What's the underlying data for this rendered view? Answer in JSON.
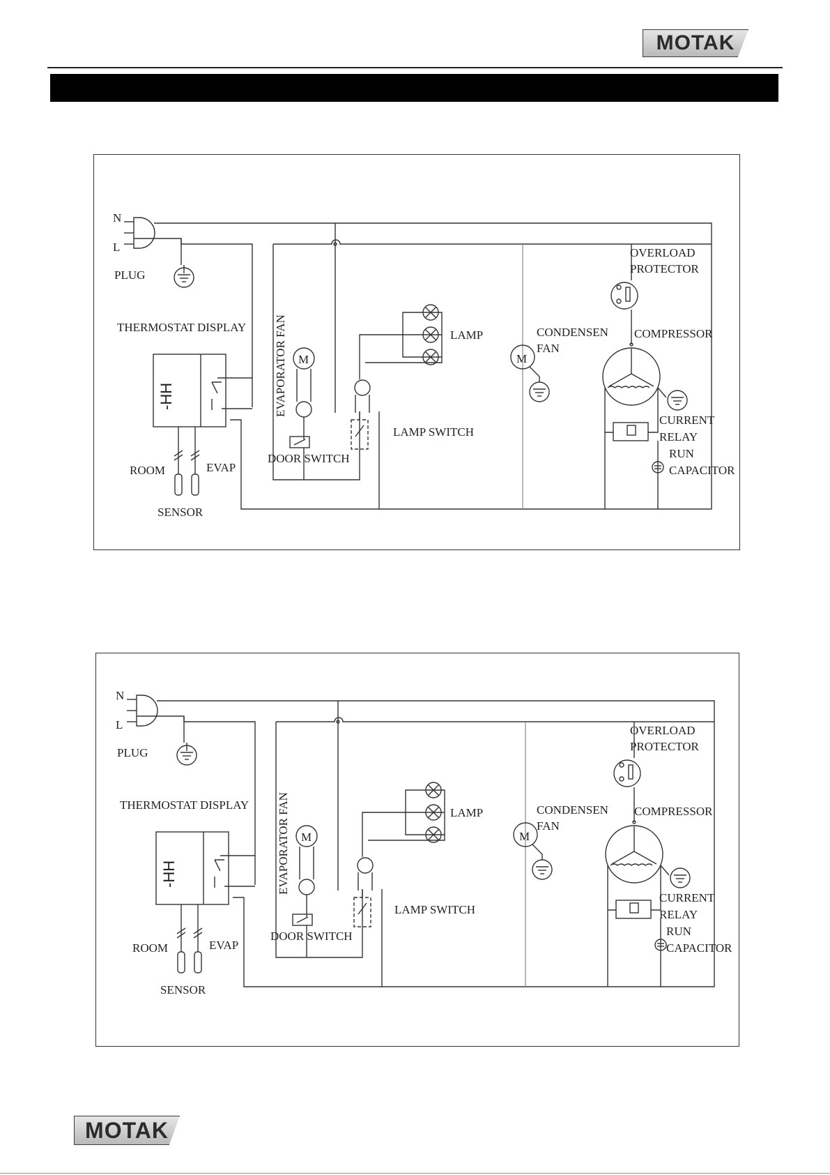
{
  "brand": {
    "top": "MOTAK",
    "bottom": "MOTAK"
  },
  "labels": {
    "n": "N",
    "l": "L",
    "plug": "PLUG",
    "thermostat_display": "THERMOSTAT DISPLAY",
    "evaporator_fan": "EVAPORATOR FAN",
    "lamp": "LAMP",
    "condensen": "CONDENSEN",
    "fan": "FAN",
    "overload": "OVERLOAD",
    "protector": "PROTECTOR",
    "compressor": "COMPRESSOR",
    "current": "CURRENT",
    "relay": "RELAY",
    "run": "RUN",
    "capacitor": "CAPACITOR",
    "lamp_switch": "LAMP SWITCH",
    "door_switch": "DOOR SWITCH",
    "room": "ROOM",
    "evap": "EVAP",
    "sensor": "SENSOR",
    "motor": "M",
    "display_digits": "-HH"
  },
  "icons": [
    "plug-icon",
    "ground-icon",
    "motor-icon",
    "lamp-icon",
    "switch-icon",
    "relay-icon",
    "capacitor-icon",
    "overload-protector-icon",
    "compressor-icon",
    "sensor-icon"
  ]
}
